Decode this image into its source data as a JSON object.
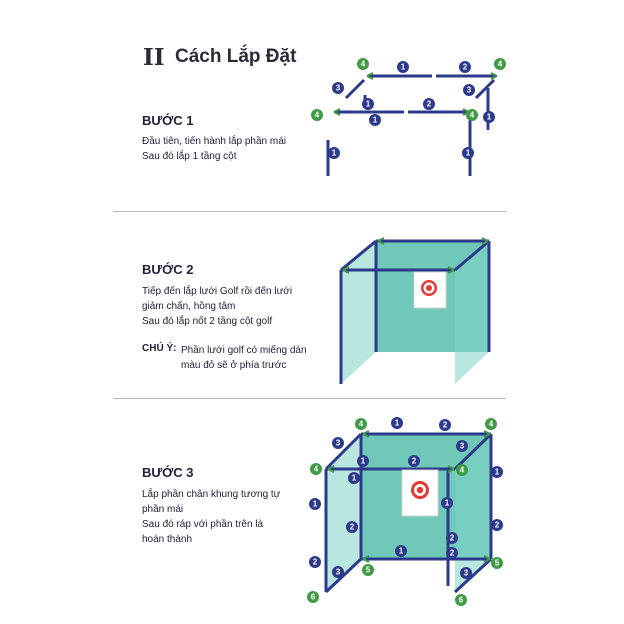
{
  "section": {
    "numeral": "II",
    "title": "Cách Lắp Đặt"
  },
  "steps": [
    {
      "heading": "BƯỚC 1",
      "lines": [
        "Đầu tiên, tiến hành lắp phần mái",
        "Sau đó lắp 1 tầng cột"
      ]
    },
    {
      "heading": "BƯỚC 2",
      "lines": [
        "Tiếp đến lắp lưới Golf rồi đến lưới",
        "giảm chấn, hồng tâm",
        "Sau đó lắp nốt 2 tầng cột golf"
      ],
      "note_label": "CHÚ Ý:",
      "note_lines": [
        "Phần lưới golf có miếng dán",
        "màu đỏ sẽ ở phía trước"
      ]
    },
    {
      "heading": "BƯỚC 3",
      "lines": [
        "Lắp phần chân khung tương tự",
        "phần mái",
        "Sau đó ráp với phần trên là",
        "hoàn thành"
      ]
    }
  ],
  "colors": {
    "frame": "#2d3a8c",
    "connector": "#3f9b45",
    "net": "#3fb5a0",
    "target": "#e53935"
  },
  "icons": [
    "target-icon",
    "arrow-icon"
  ]
}
